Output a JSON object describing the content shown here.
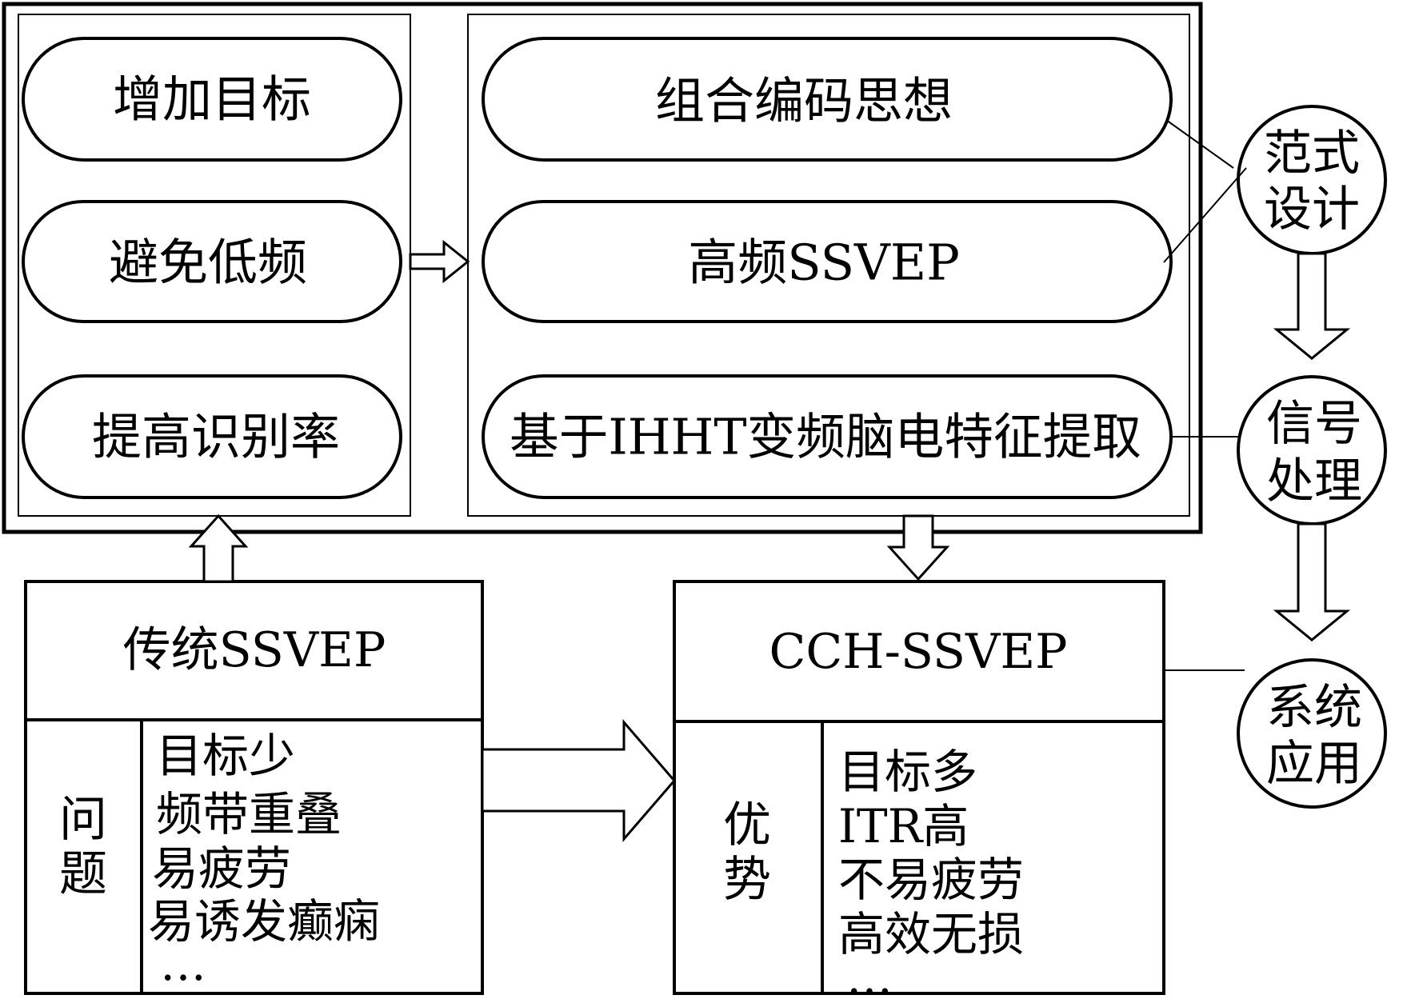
{
  "diagram": {
    "left_panel": {
      "items": [
        "增加目标",
        "避免低频",
        "提高识别率"
      ]
    },
    "right_panel": {
      "items": [
        "组合编码思想",
        "高频SSVEP",
        "基于IHHT变频脑电特征提取"
      ]
    },
    "traditional": {
      "title": "传统SSVEP",
      "side_label_1": "问",
      "side_label_2": "题",
      "list": [
        "目标少",
        "频带重叠",
        "易疲劳",
        "易诱发癫痫",
        "…"
      ]
    },
    "cch": {
      "title": "CCH-SSVEP",
      "side_label_1": "优",
      "side_label_2": "势",
      "list": [
        "目标多",
        "ITR高",
        "不易疲劳",
        "高效无损",
        "…"
      ]
    },
    "circles": [
      {
        "line1": "范式",
        "line2": "设计"
      },
      {
        "line1": "信号",
        "line2": "处理"
      },
      {
        "line1": "系统",
        "line2": "应用"
      }
    ]
  }
}
